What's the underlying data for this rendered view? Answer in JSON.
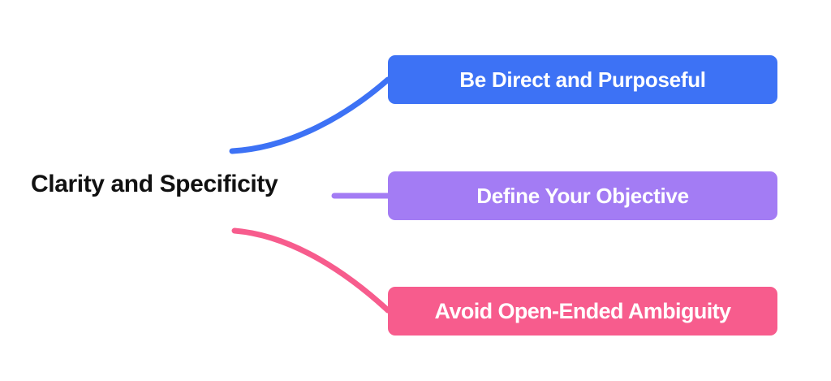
{
  "diagram": {
    "type": "mindmap",
    "root": {
      "label": "Clarity and Specificity",
      "text_color": "#111111"
    },
    "branches": [
      {
        "label": "Be Direct and Purposeful",
        "color": "#3d72f5",
        "text_color": "#ffffff",
        "connector": "curve-up"
      },
      {
        "label": "Define Your Objective",
        "color": "#a37cf4",
        "text_color": "#ffffff",
        "connector": "straight"
      },
      {
        "label": "Avoid Open-Ended Ambiguity",
        "color": "#f75c8d",
        "text_color": "#ffffff",
        "connector": "curve-down"
      }
    ],
    "background": "#ffffff"
  }
}
